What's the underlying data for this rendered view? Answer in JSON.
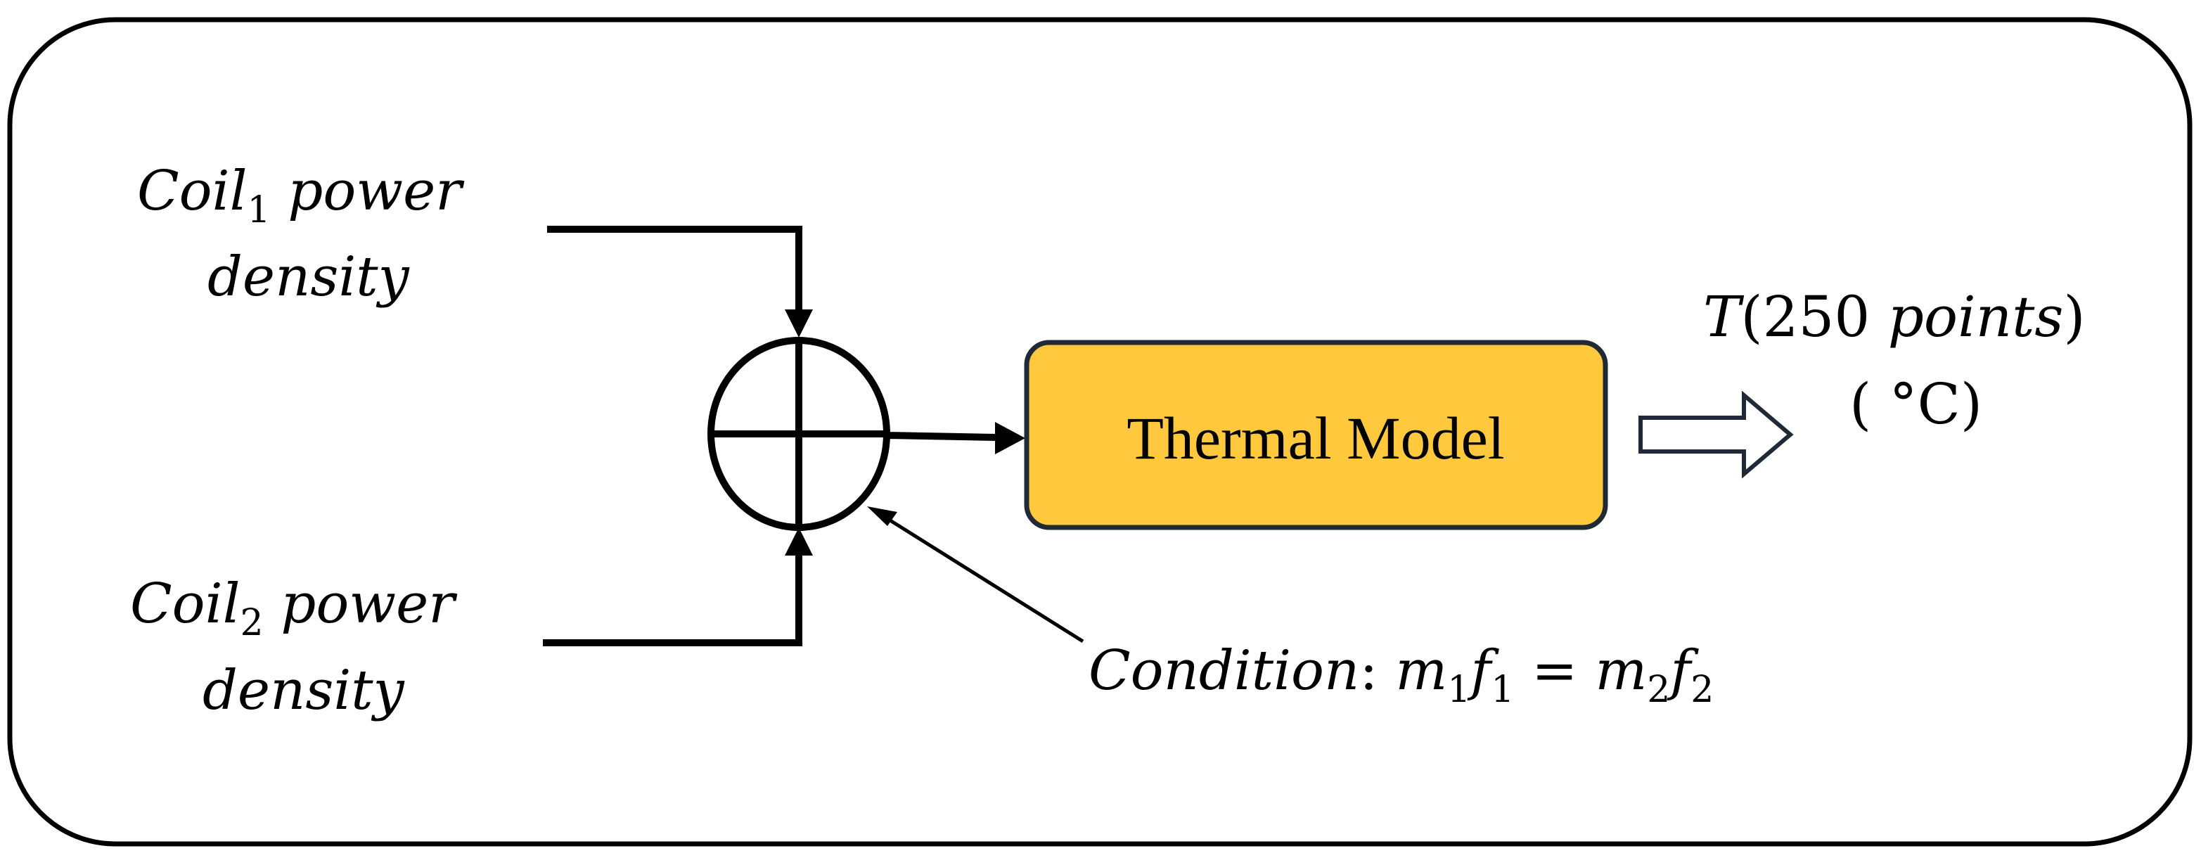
{
  "diagram": {
    "input_top": {
      "name": "Coil",
      "subscript": "1",
      "line1_rest": " power",
      "line2": "density"
    },
    "input_bottom": {
      "name": "Coil",
      "subscript": "2",
      "line1_rest": " power",
      "line2": "density"
    },
    "model_box": {
      "label": "Thermal Model",
      "fill_color": "#FFC83D",
      "border_color": "#1F2A36"
    },
    "output": {
      "symbol": "T",
      "paren_open": "(",
      "count_text": "250 ",
      "points_text": "points",
      "paren_close": ")",
      "unit_open": "( ",
      "unit": "°C",
      "unit_close": ")",
      "arrow_border_color": "#1F2A36"
    },
    "condition": {
      "label": "Condition",
      "colon": ": ",
      "m1": "m",
      "m1_sub": "1",
      "f1": "f",
      "f1_sub": "1",
      "equals": " = ",
      "m2": "m",
      "m2_sub": "2",
      "f2": "f",
      "f2_sub": "2"
    },
    "summing_junction": {
      "symbol": "sum-circle"
    },
    "frame_color": "#000000"
  }
}
